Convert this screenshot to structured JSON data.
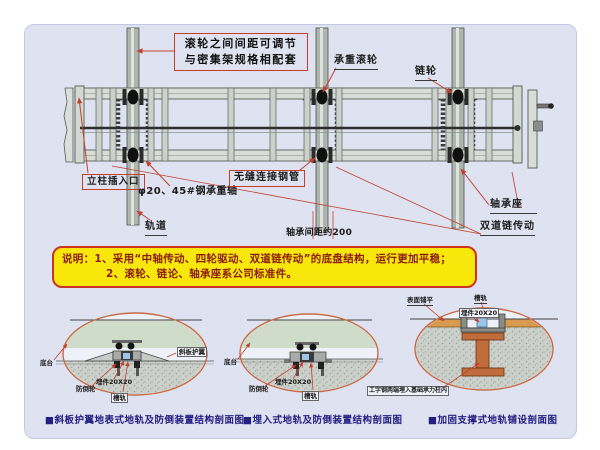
{
  "colors": {
    "panel_bg": "#dfe2f0",
    "annotation_red": "#c3402c",
    "notice_bg": "#f8e70a",
    "notice_border": "#cc3322",
    "notice_text": "#8a1d0e",
    "caption_blue": "#232082",
    "slab_green": "#cfdcca",
    "ibeam_orange": "#c06c3c",
    "wood_floor": "#d79a4e"
  },
  "main": {
    "callout": {
      "line1": "滚轮之间间距可调节",
      "line2": "与密集架规格相配套"
    },
    "labels": {
      "load_roller": "承重滚轮",
      "sprocket": "链轮",
      "column_insert": "立柱插入口",
      "axle_spec": "φ20、45#钢承重轴",
      "steel_tube": "无缝连接钢管",
      "track": "轨道",
      "bearing_spacing": "轴承间距约200",
      "bearing_seat": "轴承座",
      "double_chain": "双道链传动"
    }
  },
  "notice": {
    "line1": "说明：1、采用“中轴传动、四轮驱动、双道链传动”的底盘结构，运行更加平稳；",
    "line2": "2、滚轮、链论、轴承座系公司标准件。"
  },
  "sections": {
    "surface_rail": {
      "caption": "■斜板护翼地表式地轨及防倒装置结构剖面图",
      "labels": {
        "base": "底台",
        "anti_tilt_wheel": "防倒轮",
        "embed_part": "埋件20X20",
        "channel_rail": "槽轨",
        "wing_plate": "斜板护翼"
      }
    },
    "embedded_rail": {
      "caption": "■埋入式地轨及防倒装置结构剖面图",
      "labels": {
        "base": "底台",
        "anti_tilt_wheel": "防倒轮",
        "embed_part": "埋件20X20",
        "channel_rail": "槽轨"
      }
    },
    "reinforced_rail": {
      "caption": "■加固支撑式地轨铺设剖面图",
      "labels": {
        "surface_level": "表面铺平",
        "channel_rail": "槽轨",
        "embed_part": "埋件20X20",
        "ibeam_note": "工字钢两端埋入基础承力柱内"
      }
    }
  }
}
